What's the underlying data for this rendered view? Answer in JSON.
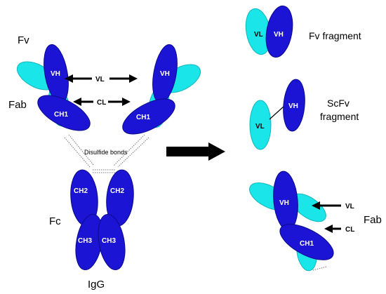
{
  "colors": {
    "heavy": "#1c14d4",
    "heavy_stroke": "#0a0a8a",
    "light": "#1ae6ea",
    "light_stroke": "#0fb6bb",
    "arrow": "#000000"
  },
  "labels": {
    "fv": "Fv",
    "fab_left": "Fab",
    "fc": "Fc",
    "igg": "IgG",
    "disulfide": "Disulfide bonds",
    "vl_arrow": "VL",
    "cl_arrow": "CL",
    "fv_fragment": "Fv fragment",
    "scfv_line1": "ScFv",
    "scfv_line2": "fragment",
    "fab_right": "Fab",
    "fab_vl": "VL",
    "fab_cl": "CL"
  },
  "domains": {
    "vh": "VH",
    "vl": "VL",
    "ch1": "CH1",
    "ch2": "CH2",
    "ch3": "CH3"
  }
}
